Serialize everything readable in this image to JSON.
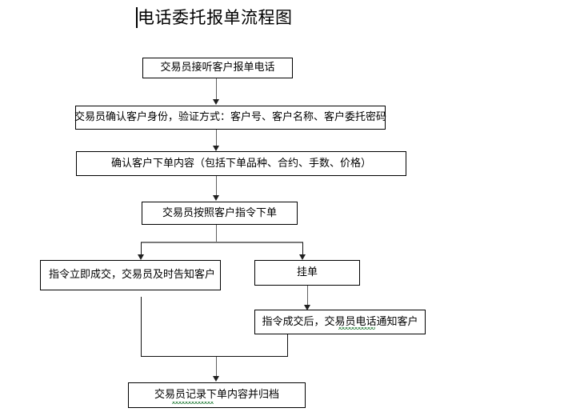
{
  "document": {
    "title": "电话委托报单流程图",
    "caret_visible": true,
    "background_color": "#ffffff",
    "line_color": "#606060",
    "box_border_color": "#000000",
    "grammar_underline_color": "#1f7a34"
  },
  "flowchart": {
    "type": "flowchart",
    "orientation": "top-to-bottom",
    "nodes": [
      {
        "id": "n1",
        "label": "交易员接听客户报单电话"
      },
      {
        "id": "n2",
        "label": "交易员确认客户身份，验证方式：客户号、客户名称、客户委托密码"
      },
      {
        "id": "n3",
        "label": "确认客户下单内容（包括下单品种、合约、手数、价格）"
      },
      {
        "id": "n4",
        "label": "交易员按照客户指令下单"
      },
      {
        "id": "n5",
        "label": "指令立即成交，交易员及时告知客户"
      },
      {
        "id": "n6",
        "label": "挂单"
      },
      {
        "id": "n7",
        "label": "指令成交后，交易员电话通知客户"
      },
      {
        "id": "n8",
        "label": "交易员记录下单内容并归档"
      }
    ],
    "edges": [
      {
        "from": "n1",
        "to": "n2",
        "kind": "arrow"
      },
      {
        "from": "n2",
        "to": "n3",
        "kind": "arrow"
      },
      {
        "from": "n3",
        "to": "n4",
        "kind": "arrow"
      },
      {
        "from": "n4",
        "to": "n5",
        "kind": "branch-arrow"
      },
      {
        "from": "n4",
        "to": "n6",
        "kind": "branch-arrow"
      },
      {
        "from": "n6",
        "to": "n7",
        "kind": "arrow"
      },
      {
        "from": "n5",
        "to": "n8",
        "kind": "merge-arrow"
      },
      {
        "from": "n7",
        "to": "n8",
        "kind": "merge-arrow"
      }
    ]
  }
}
